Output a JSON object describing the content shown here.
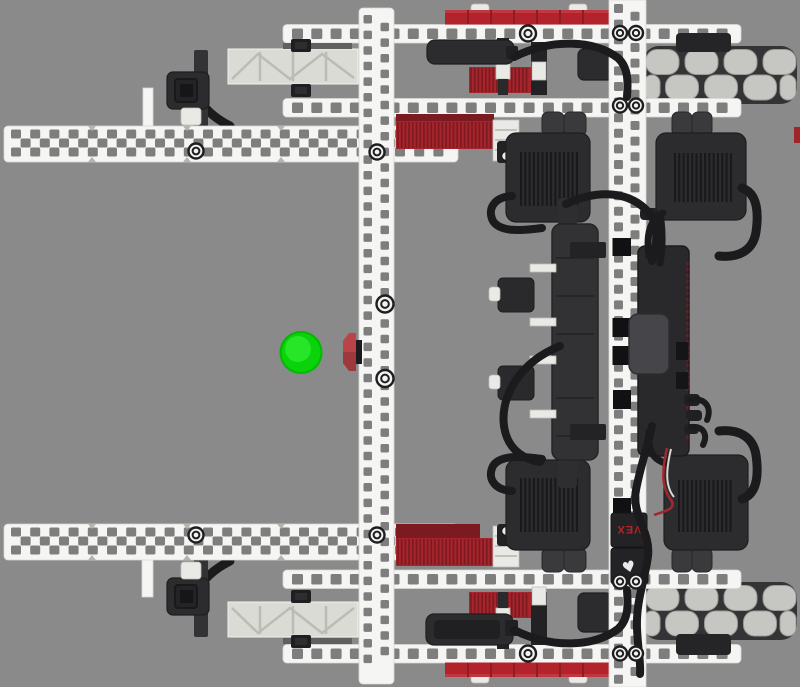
{
  "viewport": {
    "kind": "3d-render-top-view",
    "background_color": "#8a8a8a"
  },
  "branding": {
    "logo_text": "VEX",
    "heart_symbol": "♥"
  },
  "objects": {
    "ball": {
      "color_name": "green"
    },
    "robot": {
      "components": [
        "chassis-rails",
        "vertical-beams",
        "arm-beams",
        "truss-rails",
        "omni-wheels",
        "smart-motors",
        "red-gears",
        "battery-pack",
        "brain",
        "radio",
        "bumper-sensors",
        "distance-sensor",
        "red-plates",
        "cables",
        "shaft-bearings"
      ]
    }
  },
  "colors": {
    "background_gray": "#8a8a8a",
    "beam_white": "#f5f5f3",
    "beam_edge": "#d8d8d3",
    "hole_gray": "#7e7e7e",
    "truss_gray": "#dbdbd6",
    "gear_red": "#a6242c",
    "gear_red_dark": "#7c1a21",
    "plate_red": "#b3232b",
    "plate_red_dark": "#8f1c23",
    "motor_dark": "#2c2c2e",
    "motor_edge": "#1e1e20",
    "cable_black": "#1b1b1d",
    "roller_gray": "#c6c6c3",
    "hub_dark": "#343436",
    "ball_green": "#0bd30b",
    "sensor_red": "#b8444a",
    "wire_red": "#a22830",
    "wire_white": "#d8d8d5",
    "logo_red": "#b5252c",
    "metal_light": "#e9e9e6"
  }
}
